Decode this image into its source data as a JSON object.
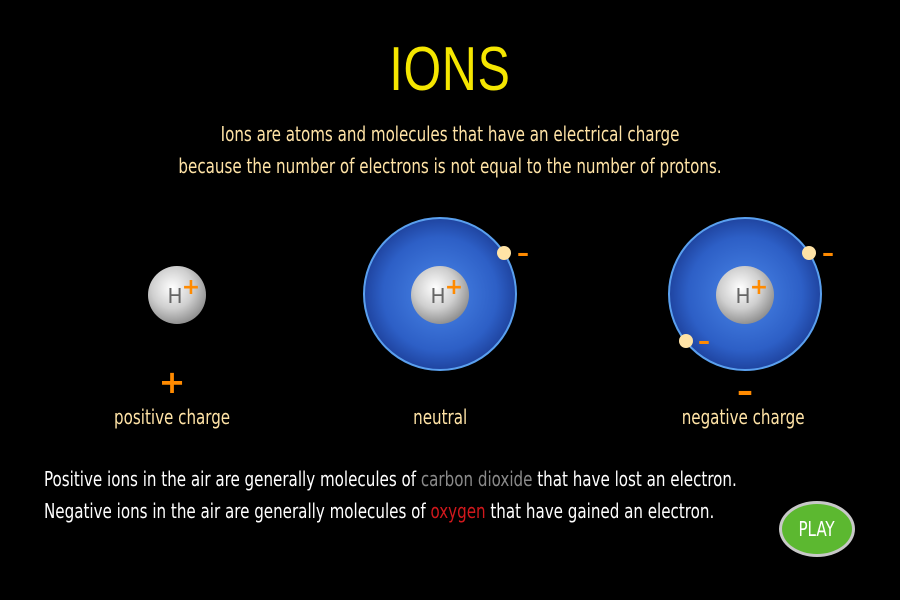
{
  "title": "IONS",
  "intro": {
    "line1": "Ions are atoms and molecules that have an electrical charge",
    "line2": "because the number of electrons is not equal to the number of protons."
  },
  "atoms": [
    {
      "label": "positive charge",
      "nucleus": "H",
      "nucleus_charge": "+",
      "charge_symbol": "+",
      "electrons": 0
    },
    {
      "label": "neutral",
      "nucleus": "H",
      "nucleus_charge": "+",
      "charge_symbol": "",
      "electrons": 1,
      "electron_sign": "–"
    },
    {
      "label": "negative charge",
      "nucleus": "H",
      "nucleus_charge": "+",
      "charge_symbol": "–",
      "electrons": 2,
      "electron_sign": "–"
    }
  ],
  "bottom": {
    "line1_pre": "Positive ions in the air are generally molecules of ",
    "line1_highlight": "carbon dioxide",
    "line1_post": " that have lost an electron.",
    "line2_pre": "Negative ions in the air are generally molecules of ",
    "line2_highlight": "oxygen",
    "line2_post": " that have gained an electron."
  },
  "play_label": "PLAY",
  "colors": {
    "title": "#f5e600",
    "text": "#ffe3a6",
    "charge": "#ff8a00",
    "orbit": "#2f5fc4",
    "play": "#5cb830",
    "co2": "#8a8a8a",
    "oxygen": "#d0181c"
  }
}
